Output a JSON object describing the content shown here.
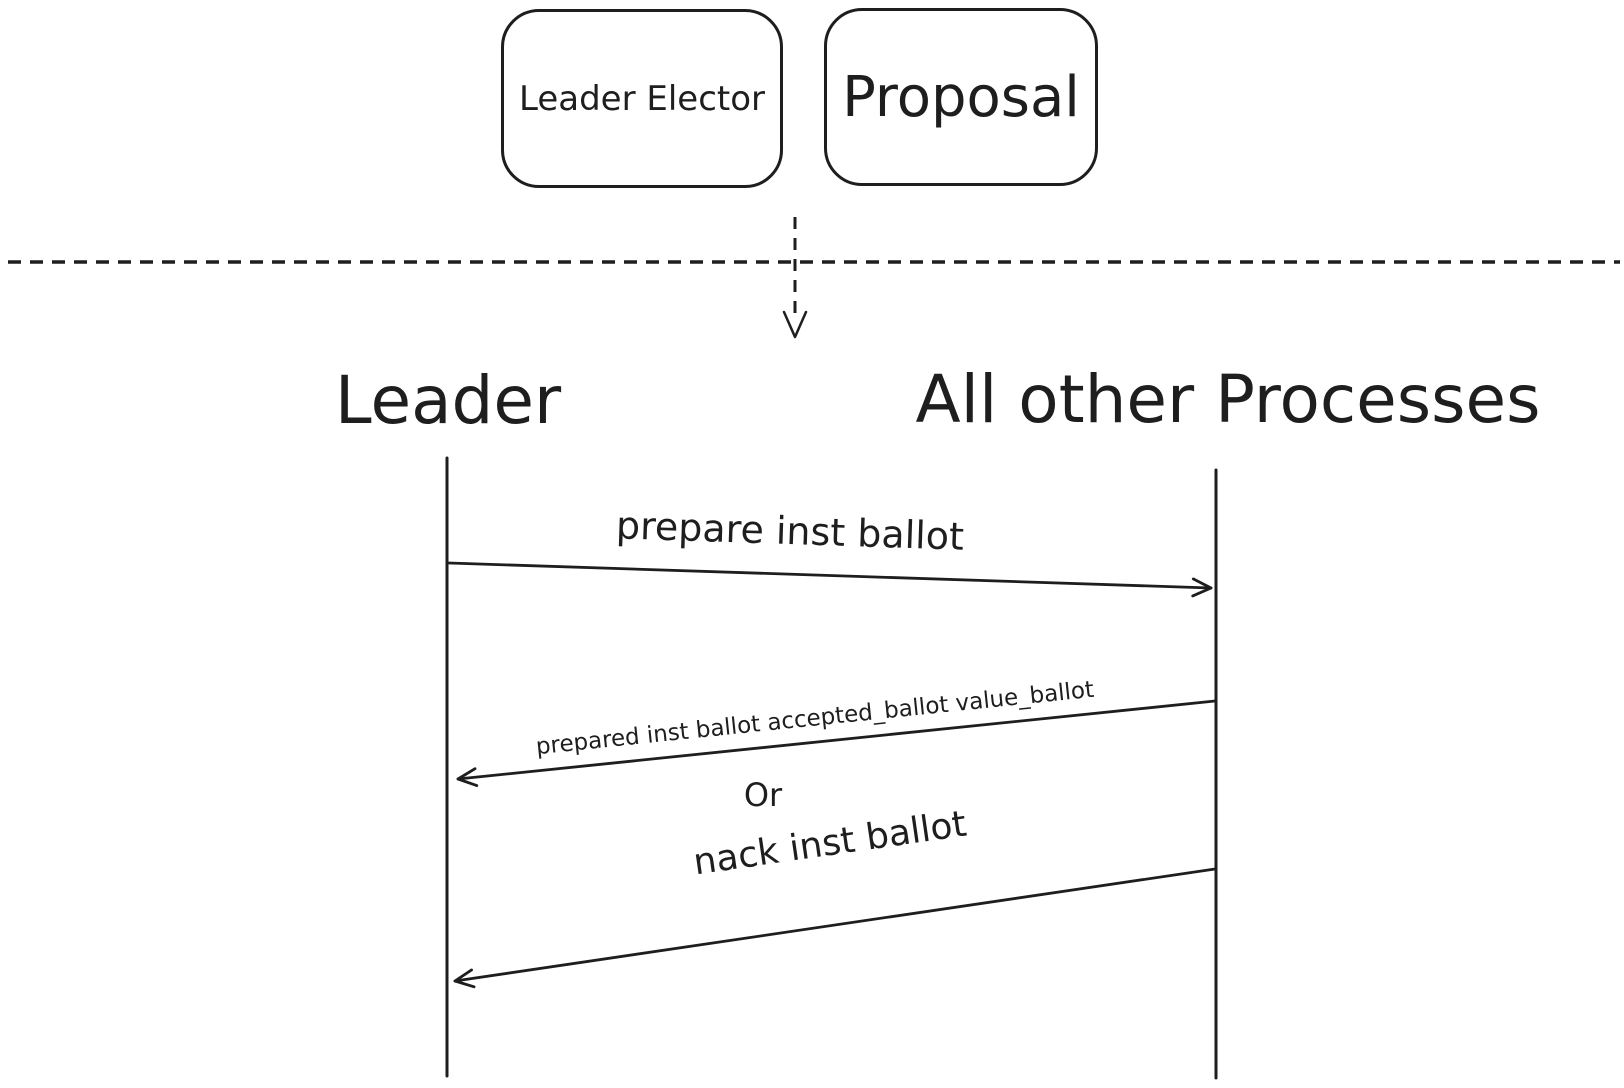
{
  "colors": {
    "ink": "#1e1e1e",
    "canvas": "#ffffff"
  },
  "top_boxes": [
    {
      "label": "Leader Elector"
    },
    {
      "label": "Proposal"
    }
  ],
  "flow": {
    "divider_style": "dashed-horizontal-line",
    "connector": "dashed-arrow-down"
  },
  "sequence": {
    "participants": [
      {
        "label": "Leader"
      },
      {
        "label": "All other Processes"
      }
    ],
    "messages": [
      {
        "label": "prepare inst ballot",
        "from": "Leader",
        "to": "All other Processes"
      },
      {
        "label": "prepared inst ballot accepted_ballot value_ballot",
        "from": "All other Processes",
        "to": "Leader"
      },
      {
        "label": "Or",
        "type": "alternative-annotation"
      },
      {
        "label": "nack inst ballot",
        "from": "All other Processes",
        "to": "Leader"
      }
    ]
  }
}
